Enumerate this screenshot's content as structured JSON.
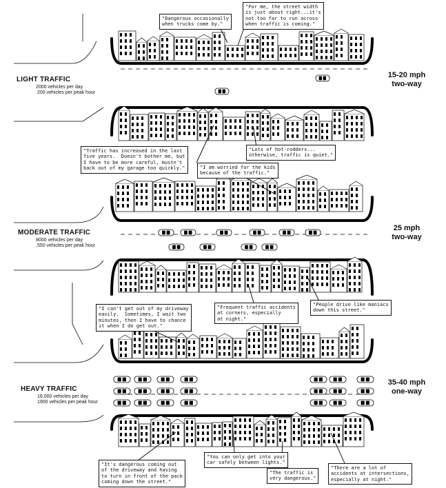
{
  "sections": {
    "light": {
      "title": "LIGHT TRAFFIC",
      "vehicles_per_day": "2000  vehicles per day",
      "vehicles_per_peak": "200  vehicles per peak hour",
      "speed": "15-20 mph",
      "direction": "two-way"
    },
    "moderate": {
      "title": "MODERATE TRAFFIC",
      "vehicles_per_day": "8000  vehicles per day",
      "vehicles_per_peak": ".550  vehicles per peak hour",
      "speed": "25 mph",
      "direction": "two-way"
    },
    "heavy": {
      "title": "HEAVY TRAFFIC",
      "vehicles_per_day": "16,000  vehicles per day",
      "vehicles_per_peak": "1900  vehicles per peak hour",
      "speed": "35-40 mph",
      "direction": "one-way"
    }
  },
  "quotes": {
    "q1": "\"Dangerous occasionally\nwhen trucks come by.\"",
    "q2": "\"For me, the street width\nis just about right...it's\nnot too far to run across\nwhen traffic is coming.\"",
    "q3": "\"Traffic has increased in the last\nfive years.  Doesn't bother me, but\nI have to be more careful, mustn't\nback out of my garage too quickly.\"",
    "q4": "\"Lots of hot-rodders...\notherwise, traffic is quiet.\"",
    "q5": "\"I am worried for the kids\nbecause of the traffic.\"",
    "q6": "\"I can't get out of my driveway\neasily.  Sometimes, I wait two\nminutes, then I have to chance\nit when I do get out.\"",
    "q7": "\"Frequent traffic accidents\nat corners, especially\nat night.\"",
    "q8": "\"People drive like maniacs\ndown this street.\"",
    "q9": "\"It's dangerous coming out\nof the driveway and having\nto turn in front of the pack\ncoming down the street.\"",
    "q10": "\"You can only get into your\ncar safely between lights.\"",
    "q11": "\"The traffic is\nvery dangerous.\"",
    "q12": "\"There are a lot of\naccidents at intersections,\nespecially at night.\""
  }
}
